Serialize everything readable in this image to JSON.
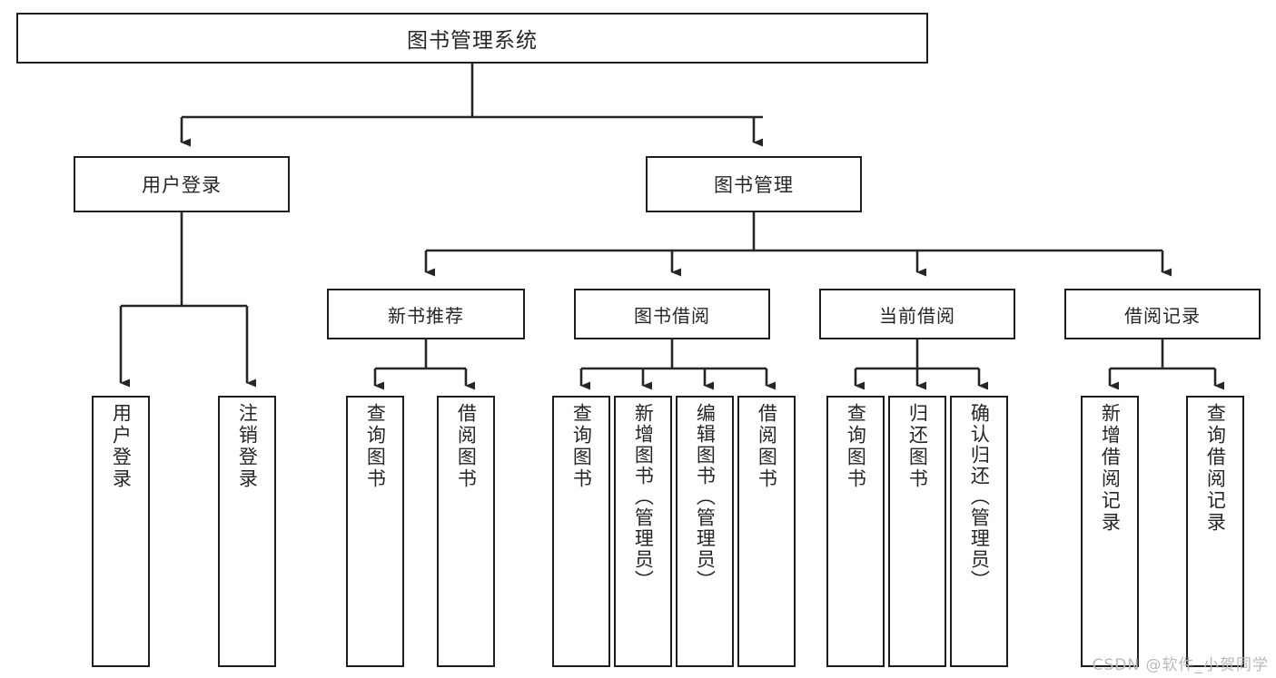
{
  "diagram": {
    "title": "图书管理系统",
    "type": "function-structure-tree",
    "stroke_color": "#1f1f1f",
    "text_color": "#262626",
    "background_color": "#ffffff"
  },
  "root": {
    "label": "图书管理系统"
  },
  "level1": [
    {
      "id": "user-login",
      "label": "用户登录"
    },
    {
      "id": "book-manage",
      "label": "图书管理"
    }
  ],
  "level2": [
    {
      "id": "new-book-recommend",
      "label": "新书推荐",
      "parent": "book-manage"
    },
    {
      "id": "book-borrow",
      "label": "图书借阅",
      "parent": "book-manage"
    },
    {
      "id": "current-borrow",
      "label": "当前借阅",
      "parent": "book-manage"
    },
    {
      "id": "borrow-record",
      "label": "借阅记录",
      "parent": "book-manage"
    }
  ],
  "leaves": [
    {
      "id": "leaf-user-login",
      "label": "用户登录",
      "parent": "user-login"
    },
    {
      "id": "leaf-logout",
      "label": "注销登录",
      "parent": "user-login"
    },
    {
      "id": "leaf-query-book-1",
      "label": "查询图书",
      "parent": "new-book-recommend"
    },
    {
      "id": "leaf-borrow-book-1",
      "label": "借阅图书",
      "parent": "new-book-recommend"
    },
    {
      "id": "leaf-query-book-2",
      "label": "查询图书",
      "parent": "book-borrow"
    },
    {
      "id": "leaf-add-book",
      "label": "新增图书（管理员）",
      "parent": "book-borrow"
    },
    {
      "id": "leaf-edit-book",
      "label": "编辑图书（管理员）",
      "parent": "book-borrow"
    },
    {
      "id": "leaf-borrow-book-2",
      "label": "借阅图书",
      "parent": "book-borrow"
    },
    {
      "id": "leaf-query-book-3",
      "label": "查询图书",
      "parent": "current-borrow"
    },
    {
      "id": "leaf-return-book",
      "label": "归还图书",
      "parent": "current-borrow"
    },
    {
      "id": "leaf-confirm-return",
      "label": "确认归还（管理员）",
      "parent": "current-borrow"
    },
    {
      "id": "leaf-add-record",
      "label": "新增借阅记录",
      "parent": "borrow-record"
    },
    {
      "id": "leaf-query-record",
      "label": "查询借阅记录",
      "parent": "borrow-record"
    }
  ],
  "watermark": {
    "text": "CSDN @软件_小贺同学"
  }
}
